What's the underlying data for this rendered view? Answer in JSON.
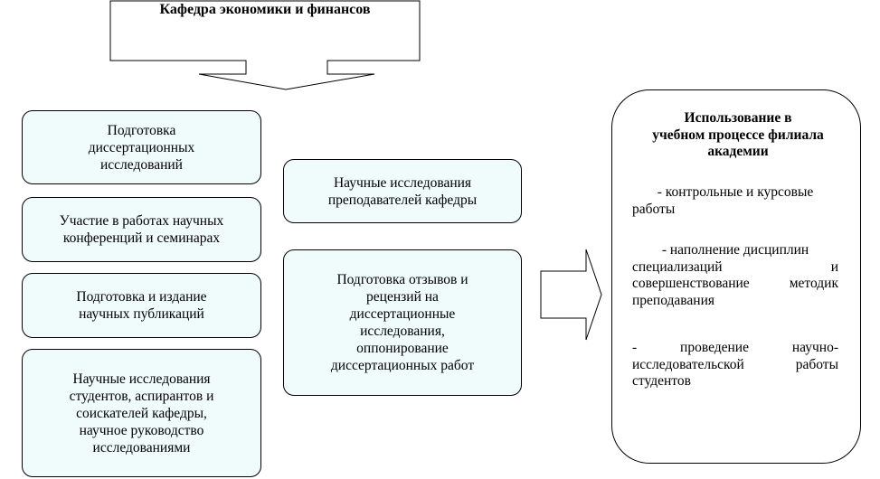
{
  "title": "Кафедра экономики и финансов",
  "left_boxes": [
    {
      "lines": [
        "Подготовка",
        "диссертационных",
        "исследований"
      ]
    },
    {
      "lines": [
        "Участие в работах научных",
        "конференций и семинарах"
      ]
    },
    {
      "lines": [
        "Подготовка и издание",
        "научных публикаций"
      ]
    },
    {
      "lines": [
        "Научные исследования",
        "студентов, аспирантов и",
        "соискателей кафедры,",
        "научное руководство",
        "исследованиями"
      ]
    }
  ],
  "middle_boxes": [
    {
      "lines": [
        "Научные исследования",
        "преподавателей кафедры"
      ]
    },
    {
      "lines": [
        "Подготовка отзывов и",
        "рецензий на",
        "диссертационные",
        "исследования,",
        "оппонирование",
        "диссертационных работ"
      ]
    }
  ],
  "use_panel": {
    "title_lines": [
      "Использование в",
      "учебном процессе филиала",
      "академии"
    ],
    "items": [
      {
        "lines": [
          "- контрольные и курсовые",
          "работы"
        ]
      },
      {
        "lines": [
          "- наполнение дисциплин",
          "специализаций и",
          "совершенствование методик",
          "преподавания"
        ]
      },
      {
        "lines": [
          "- проведение научно-",
          "исследовательской работы",
          "студентов"
        ]
      }
    ]
  }
}
